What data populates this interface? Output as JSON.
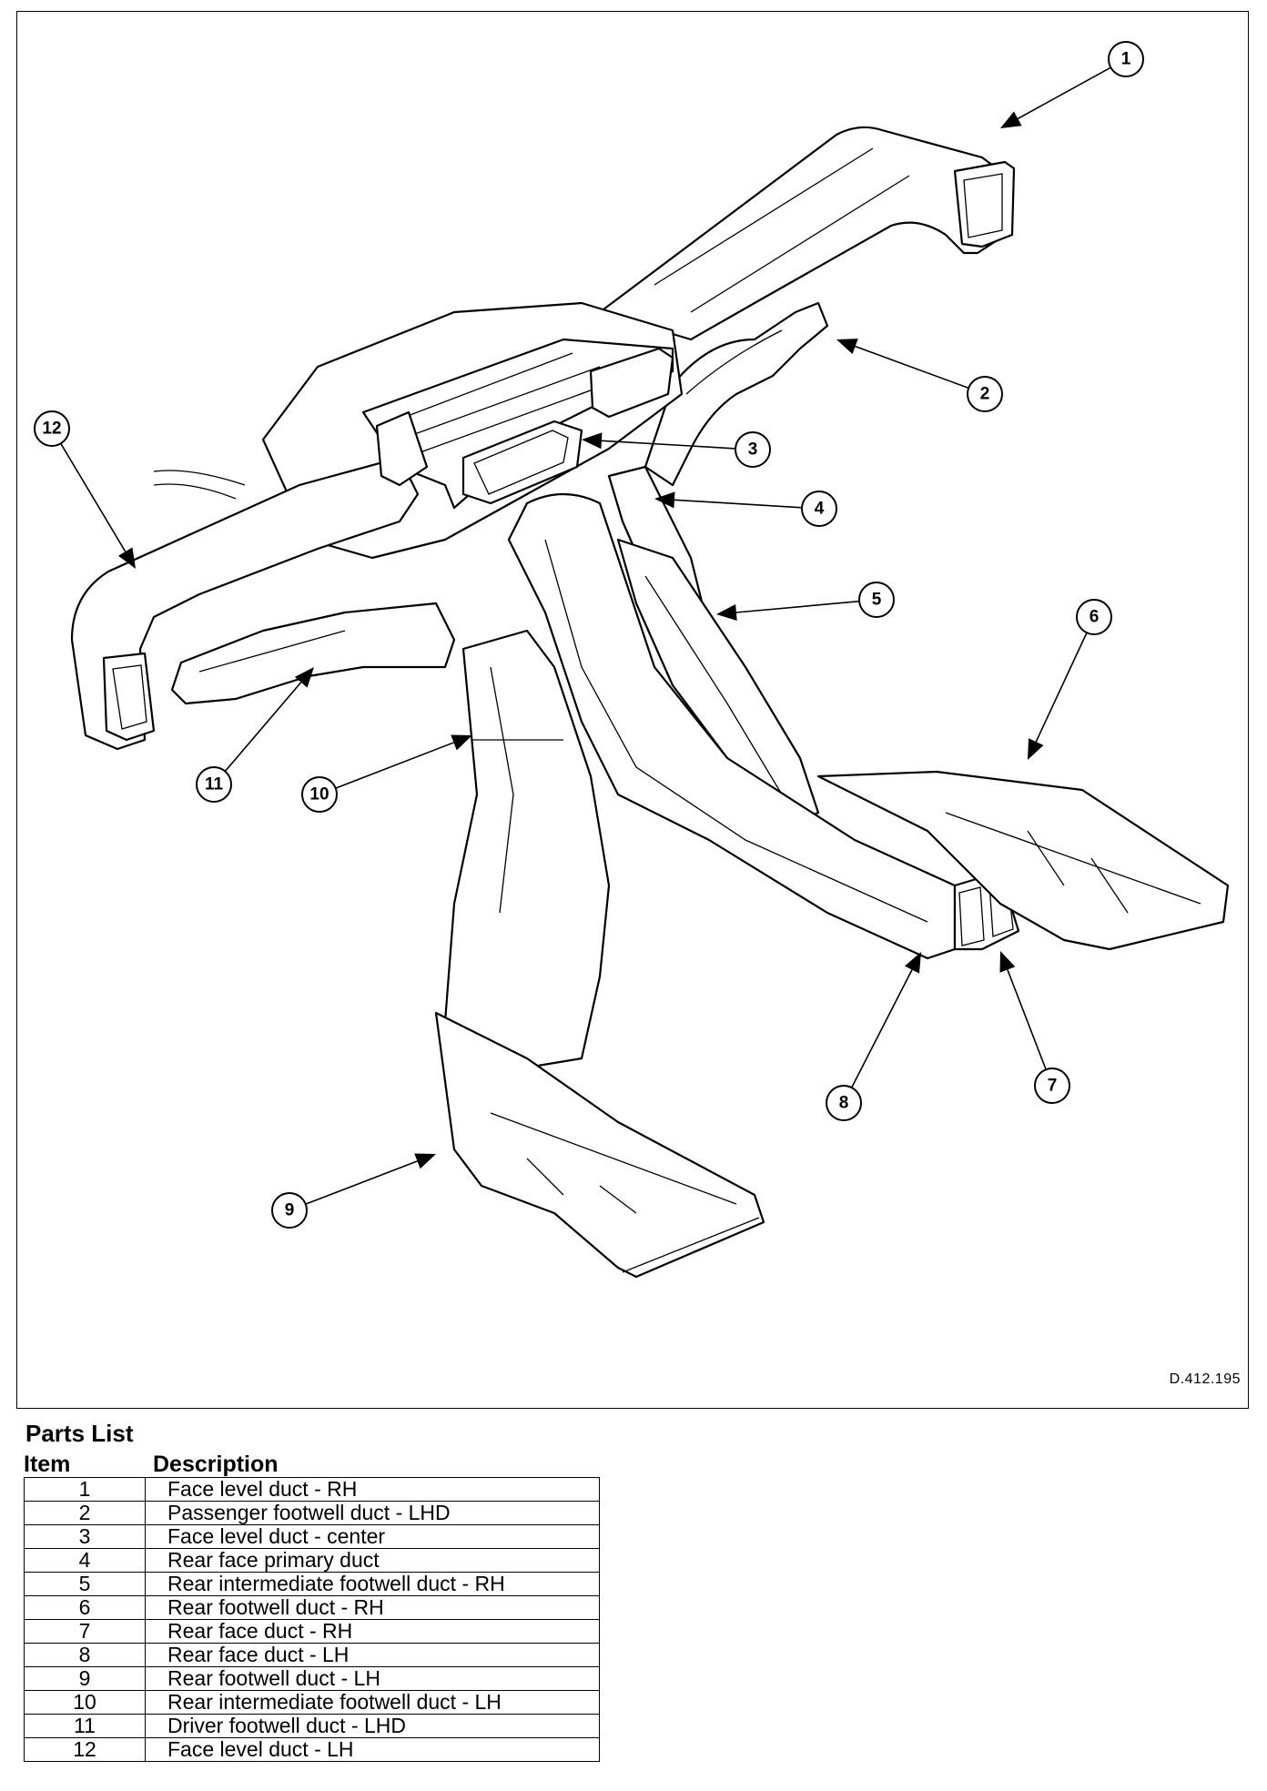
{
  "drawing_id": "D.412.195",
  "callouts": [
    {
      "id": "1",
      "label": "1"
    },
    {
      "id": "2",
      "label": "2"
    },
    {
      "id": "3",
      "label": "3"
    },
    {
      "id": "4",
      "label": "4"
    },
    {
      "id": "5",
      "label": "5"
    },
    {
      "id": "6",
      "label": "6"
    },
    {
      "id": "7",
      "label": "7"
    },
    {
      "id": "8",
      "label": "8"
    },
    {
      "id": "9",
      "label": "9"
    },
    {
      "id": "10",
      "label": "10"
    },
    {
      "id": "11",
      "label": "11"
    },
    {
      "id": "12",
      "label": "12"
    }
  ],
  "parts_list": {
    "title": "Parts List",
    "col_item": "Item",
    "col_description": "Description",
    "rows": [
      {
        "item": "1",
        "description": "Face level duct - RH"
      },
      {
        "item": "2",
        "description": "Passenger footwell duct - LHD"
      },
      {
        "item": "3",
        "description": "Face level duct - center"
      },
      {
        "item": "4",
        "description": "Rear face primary duct"
      },
      {
        "item": "5",
        "description": "Rear intermediate footwell duct - RH"
      },
      {
        "item": "6",
        "description": "Rear footwell duct - RH"
      },
      {
        "item": "7",
        "description": "Rear face duct - RH"
      },
      {
        "item": "8",
        "description": "Rear face duct - LH"
      },
      {
        "item": "9",
        "description": "Rear footwell duct - LH"
      },
      {
        "item": "10",
        "description": "Rear intermediate footwell duct - LH"
      },
      {
        "item": "11",
        "description": "Driver footwell duct - LHD"
      },
      {
        "item": "12",
        "description": "Face level duct - LH"
      }
    ]
  }
}
